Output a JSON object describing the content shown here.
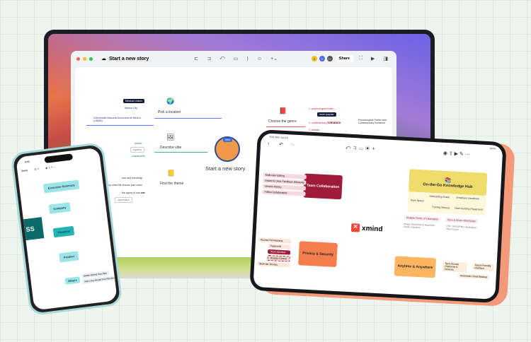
{
  "desktop": {
    "title": "Start a new story",
    "share_label": "Share",
    "avatars": [
      "A",
      "Y",
      "7+"
    ],
    "central": "Start a new story",
    "central_badge": "Idea",
    "branches": {
      "location": {
        "label": "Pick a location",
        "tag": "Mexican charm",
        "city": "Mexico City",
        "university": "Universidad Nacional Autónoma de México (UNAM)"
      },
      "vibe": {
        "label": "Describe vibe",
        "items": [
          "horrific",
          "mystery",
          "suspenseful"
        ]
      },
      "theme": {
        "label": "Find the theme",
        "items": [
          "love and friendship",
          "pick up when life knocks your down",
          "the agony of war"
        ],
        "highlight": "war",
        "note": "oppression"
      },
      "genre": {
        "label": "Choose the genre",
        "items": [
          "1. psychological thriller",
          "2. contemporary",
          "3. fantasy"
        ],
        "highlight": "romance",
        "tag": "more popular",
        "summary": "Psychological Thriller and Contemporary Romance"
      }
    }
  },
  "tablet": {
    "status_time": "9:41 Mon Jun 10",
    "battery": "100%",
    "central": "xmind",
    "team": {
      "label": "Team Collaboration",
      "items": [
        "Multi-user Editing",
        "Instant & Clear Feedback Efficiently",
        "Version History",
        "Follow Collaborators"
      ]
    },
    "privacy": {
      "label": "Privacy & Security",
      "items": [
        "Access Permissions",
        "Password",
        "Team Member",
        "Access Control",
        "Multi-tier Privacy"
      ]
    },
    "hub": {
      "label": "On-the-Go Knowledge Hub",
      "space": "Team Space",
      "items": [
        "Onboarding Guide",
        "Employee Handbook",
        "Training Manual",
        "Team-building Playground"
      ],
      "forms": {
        "label": "Multiple Forms of Information",
        "items": [
          "Image",
          "Attachment",
          "Hyperlink",
          "Audio",
          "Equation",
          "......"
        ]
      },
      "save": {
        "label": "Save & Share Mind Maps",
        "items": [
          "PDF",
          "JPEG/PNG",
          "Markdown",
          "Word",
          "Excel",
          "......"
        ]
      }
    },
    "anytime": {
      "label": "Anytime & Anywhere",
      "items": [
        "Sync Across Platforms & Devices",
        "Touch-Friendly Interface",
        "Automatic Cloud Backup"
      ]
    }
  },
  "phone": {
    "time": "9:41",
    "done_label": "Done",
    "central": "SS",
    "nodes": [
      "Executive Summary",
      "Company",
      "Financial",
      "Product",
      "Others"
    ],
    "others_items": [
      "Before Writing Your Plan",
      "How Long Should Your Plan Be?"
    ]
  },
  "colors": {
    "team": "#9e1b3a",
    "privacy": "#f47e4e",
    "hub": "#f0dc6a",
    "anytime": "#fdb561",
    "phone_node": "#9ee3e6",
    "phone_central": "#0b6a6a",
    "location": "#5b7ff0",
    "vibe": "#3cba78",
    "theme": "#f2cf45",
    "genre": "#f0574f"
  }
}
